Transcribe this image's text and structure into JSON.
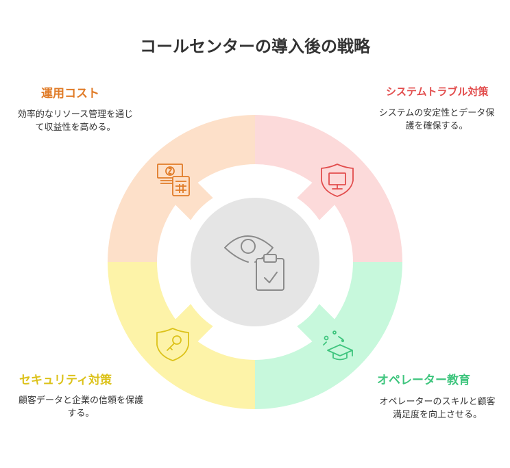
{
  "title": "コールセンターの導入後の戦略",
  "sections": {
    "cost": {
      "heading": "運用コスト",
      "description": "効率的なリソース管理を通じて収益性を高める。",
      "color": "#e07b27",
      "fill": "#fde0c9",
      "icon": "money-calculator-icon"
    },
    "system": {
      "heading": "システムトラブル対策",
      "description": "システムの安定性とデータ保護を確保する。",
      "color": "#e24d4d",
      "fill": "#fcdada",
      "icon": "shield-monitor-icon"
    },
    "security": {
      "heading": "セキュリティ対策",
      "description": "顧客データと企業の信頼を保護する。",
      "color": "#dcc21a",
      "fill": "#fdf3a8",
      "icon": "shield-key-icon"
    },
    "operator": {
      "heading": "オペレーター教育",
      "description": "オペレーターのスキルと顧客満足度を向上させる。",
      "color": "#3fc57e",
      "fill": "#c7f8dc",
      "icon": "graduation-cap-icon"
    }
  },
  "center": {
    "icon": "eye-clipboard-check-icon",
    "fill": "#e5e5e5"
  }
}
